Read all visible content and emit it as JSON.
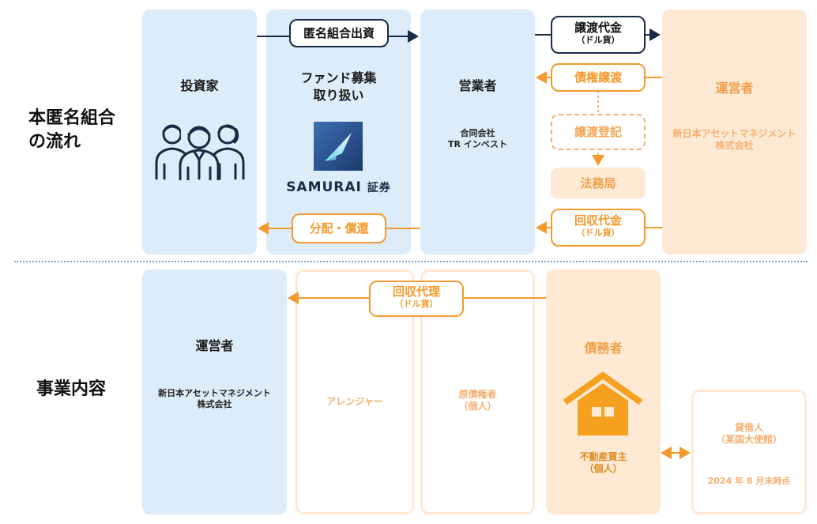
{
  "row_labels": {
    "top": [
      "本匿名組合",
      "の流れ"
    ],
    "bottom": "事業内容"
  },
  "top": {
    "investor": {
      "title": "投資家"
    },
    "fund": {
      "title_lines": [
        "ファンド募集",
        "取り扱い"
      ],
      "logo_text": "SAMURAI",
      "logo_suffix": "証券"
    },
    "operator_company": {
      "title": "営業者",
      "name_lines": [
        "合同会社",
        "TR インベスト"
      ]
    },
    "operator_right": {
      "title": "運営者",
      "name_lines": [
        "新日本アセットマネジメント",
        "株式会社"
      ]
    },
    "labels": {
      "anonymous_investment": "匿名組合出資",
      "distribution": "分配・償還",
      "transfer_price": "譲渡代金",
      "transfer_price_sub": "（ドル貨）",
      "claim_transfer": "債権譲渡",
      "transfer_registration": "譲渡登記",
      "legal_affairs_bureau": "法務局",
      "collection_price": "回収代金",
      "collection_price_sub": "（ドル貨）"
    }
  },
  "bottom": {
    "operator": {
      "title": "運営者",
      "name_lines": [
        "新日本アセットマネジメント",
        "株式会社"
      ]
    },
    "arranger": {
      "title": "アレンジャー"
    },
    "original_creditor": {
      "title": "原債権者",
      "sub": "（個人）"
    },
    "debtor": {
      "title": "債務者",
      "label_lines": [
        "不動産買主",
        "（個人）"
      ]
    },
    "lessee": {
      "title": "貸借人",
      "sub": "（某国大使館）",
      "note": "2024 年 8 月末時点"
    },
    "labels": {
      "collection_agent": "回収代理",
      "collection_agent_sub": "（ドル貨）"
    }
  },
  "colors": {
    "blue_box": "#dcedf9",
    "peach_box": "#fde9d4",
    "orange": "#f39a2e",
    "navy": "#1a2a44",
    "dotted_separator": "#7aa4c4"
  },
  "icons": [
    "investors-icon",
    "samurai-logo-icon",
    "house-icon"
  ]
}
